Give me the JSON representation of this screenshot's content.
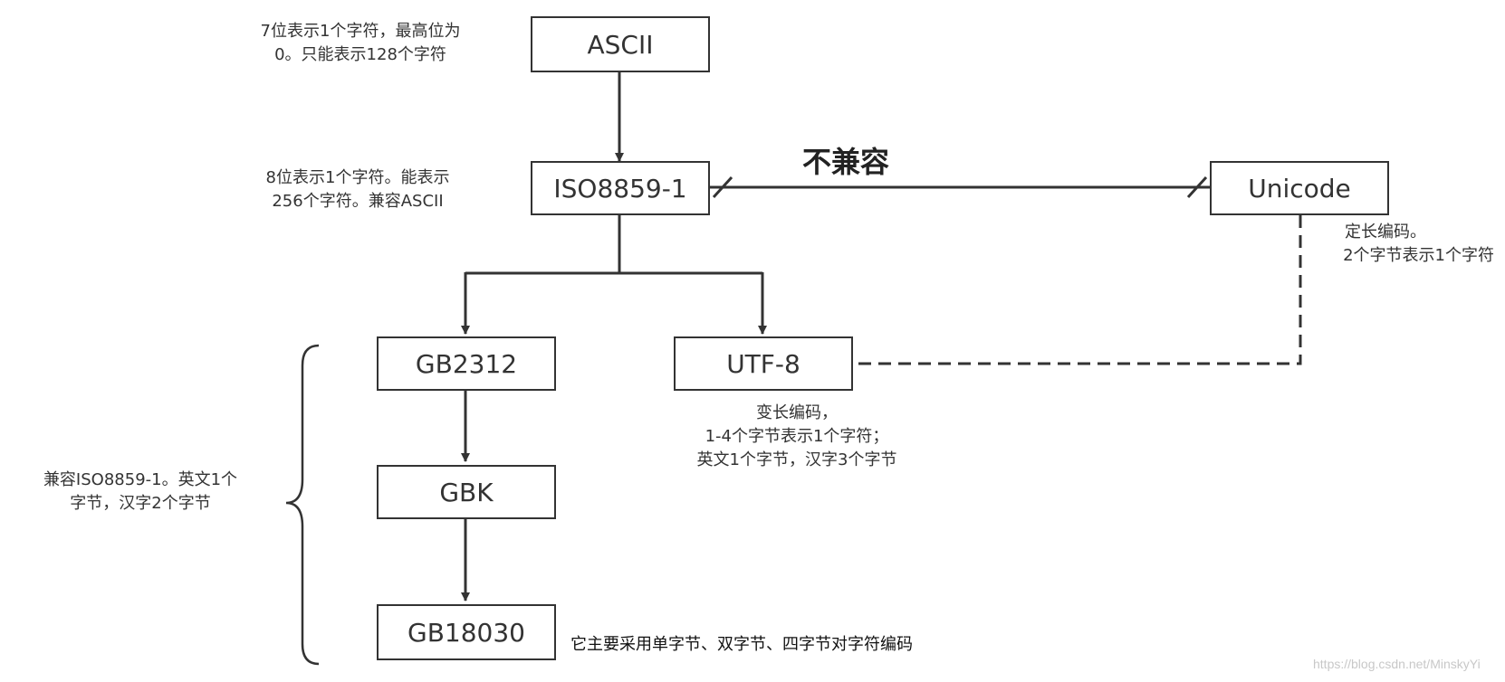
{
  "nodes": {
    "ascii": "ASCII",
    "iso8859": "ISO8859-1",
    "unicode": "Unicode",
    "gb2312": "GB2312",
    "utf8": "UTF-8",
    "gbk": "GBK",
    "gb18030": "GB18030"
  },
  "notes": {
    "ascii_line1": "7位表示1个字符，最高位为",
    "ascii_line2": "0。只能表示128个字符",
    "iso_line1": "8位表示1个字符。能表示",
    "iso_line2": "256个字符。兼容ASCII",
    "incompatible": "不兼容",
    "unicode_line1": "定长编码。",
    "unicode_line2": "2个字节表示1个字符",
    "utf8_line1": "变长编码，",
    "utf8_line2": "1-4个字节表示1个字符；",
    "utf8_line3": "英文1个字节，汉字3个字节",
    "gb_line1": "兼容ISO8859-1。英文1个",
    "gb_line2": "字节，汉字2个字节",
    "gb18030": "它主要采用单字节、双字节、四字节对字符编码"
  },
  "watermark": "https://blog.csdn.net/MinskyYi",
  "colors": {
    "line": "#333333",
    "text": "#333333",
    "watermark": "#c8c8c8"
  }
}
